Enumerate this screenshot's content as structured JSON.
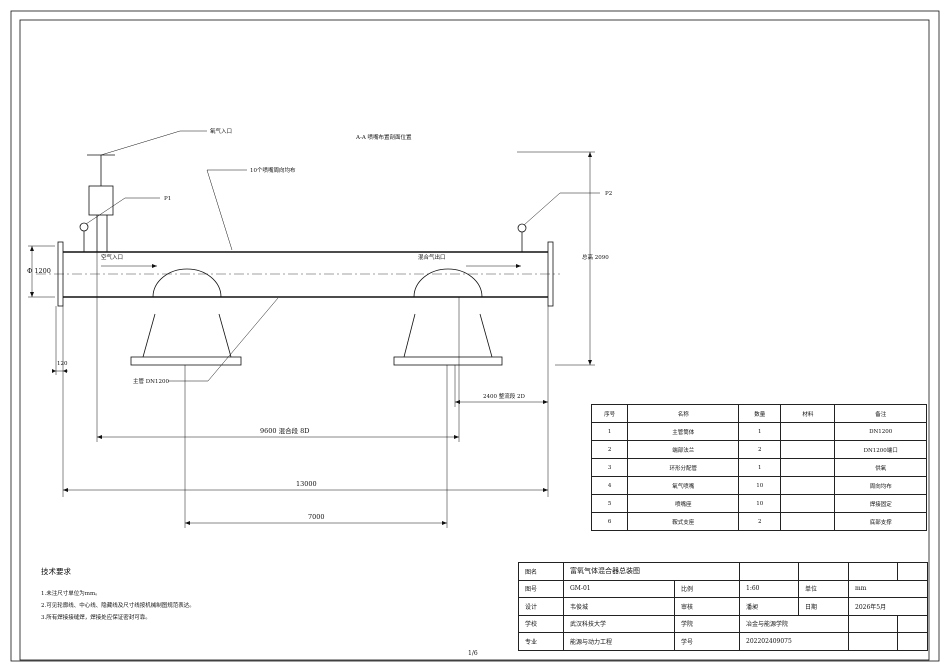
{
  "drawing": {
    "section_note": "A-A 喷嘴布置剖面位置",
    "labels": {
      "oxygen_inlet": "氧气入口",
      "nozzles": "10个喷嘴周向均布",
      "p1": "P1",
      "p2": "P2",
      "air_inlet": "空气入口",
      "mix_outlet": "混合气出口",
      "main_pipe": "主管 DN1200",
      "diameter": "Φ 1200",
      "total_height": "总高 2090"
    },
    "dimensions": {
      "flange": "120",
      "straight_section": "2400 整流段 2D",
      "mixing_section": "9600 混合段 8D",
      "total_length": "13000",
      "support_spacing": "7000"
    }
  },
  "parts_list": {
    "headers": [
      "序号",
      "名称",
      "数量",
      "材料",
      "备注"
    ],
    "rows": [
      [
        "1",
        "主管筒体",
        "1",
        "",
        "DN1200"
      ],
      [
        "2",
        "端部法兰",
        "2",
        "",
        "DN1200端口"
      ],
      [
        "3",
        "环形分配管",
        "1",
        "",
        "供氧"
      ],
      [
        "4",
        "氧气喷嘴",
        "10",
        "",
        "周向均布"
      ],
      [
        "5",
        "喷嘴座",
        "10",
        "",
        "焊接固定"
      ],
      [
        "6",
        "鞍式支座",
        "2",
        "",
        "底部支撑"
      ]
    ]
  },
  "tech_requirements": {
    "title": "技术要求",
    "lines": [
      "1.未注尺寸单位为mm。",
      "2.可见轮廓线、中心线、隐藏线及尺寸线按机械制图规范表达。",
      "3.所有焊接接缝焊，焊接处应保证密封可靠。"
    ]
  },
  "title_block": {
    "drawing_name_label": "图名",
    "drawing_name": "富氧气体混合器总装图",
    "drawing_no_label": "图号",
    "drawing_no": "GM-01",
    "scale_label": "比例",
    "scale": "1:60",
    "unit_label": "单位",
    "unit": "mm",
    "design_label": "设计",
    "designer": "韦俊城",
    "review_label": "审核",
    "reviewer": "潘昶",
    "date_label": "日期",
    "date": "2026年5月",
    "school_label": "学校",
    "school": "武汉科技大学",
    "college_label": "学院",
    "college": "冶金与能源学院",
    "major_label": "专业",
    "major": "能源与动力工程",
    "student_no_label": "学号",
    "student_no": "202202409075"
  },
  "page": "1/6"
}
